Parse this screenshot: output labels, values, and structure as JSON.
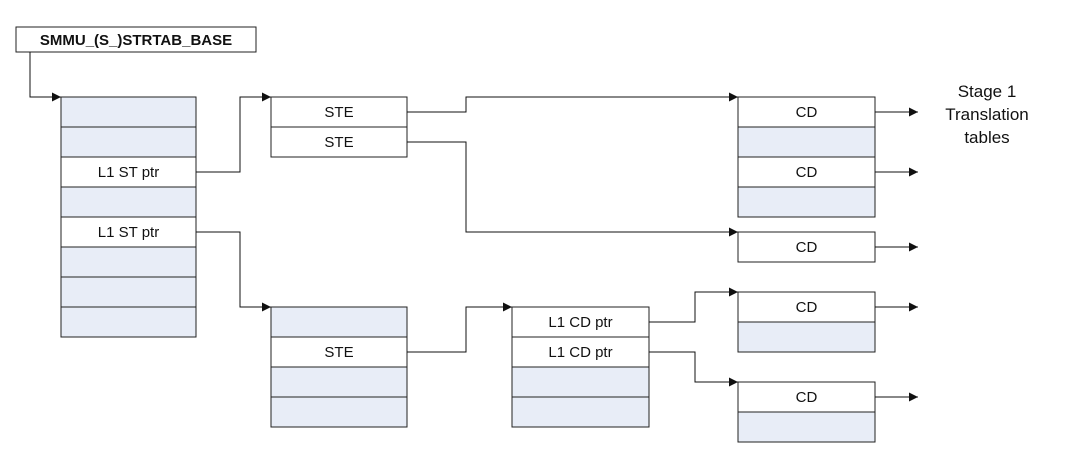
{
  "base_register": {
    "label": "SMMU_(S_)STRTAB_BASE"
  },
  "level1_table": {
    "entries": [
      "",
      "",
      "L1 ST ptr",
      "",
      "L1 ST ptr",
      "",
      "",
      ""
    ]
  },
  "ste_table_top": {
    "entries": [
      "STE",
      "STE"
    ]
  },
  "ste_table_bottom": {
    "entries": [
      "",
      "STE",
      "",
      ""
    ]
  },
  "l1_cd_table": {
    "entries": [
      "L1 CD ptr",
      "L1 CD ptr",
      "",
      ""
    ]
  },
  "cd_table_a": {
    "entries": [
      "CD",
      "",
      "CD",
      ""
    ]
  },
  "cd_table_b": {
    "entries": [
      "CD"
    ]
  },
  "cd_table_c": {
    "entries": [
      "CD",
      ""
    ]
  },
  "cd_table_d": {
    "entries": [
      "CD",
      ""
    ]
  },
  "output_label": {
    "lines": [
      "Stage 1",
      "Translation",
      "tables"
    ]
  },
  "colors": {
    "entry_fill": "#e8edf7",
    "active_entry_fill": "#ffffff",
    "line": "#111111"
  }
}
